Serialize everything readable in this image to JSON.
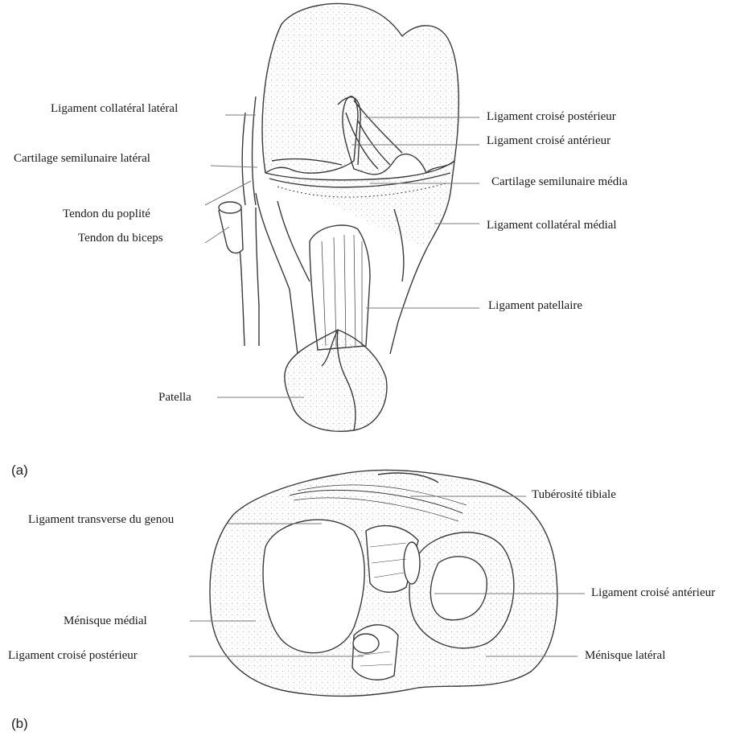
{
  "figure_a": {
    "tag": "(a)",
    "labels": {
      "collateral_lateral": "Ligament collatéral latéral",
      "cartilage_lateral": "Cartilage semilunaire latéral",
      "tendon_poplite": "Tendon du poplité",
      "tendon_biceps": "Tendon du biceps",
      "patella": "Patella",
      "croise_posterieur": "Ligament croisé postérieur",
      "croise_anterieur": "Ligament croisé antérieur",
      "cartilage_media": "Cartilage semilunaire média",
      "collateral_medial": "Ligament collatéral médial",
      "patellaire": "Ligament patellaire"
    }
  },
  "figure_b": {
    "tag": "(b)",
    "labels": {
      "tuberosite": "Tubérosité tibiale",
      "transverse": "Ligament transverse du genou",
      "croise_anterieur": "Ligament croisé antérieur",
      "menisque_medial": "Ménisque médial",
      "croise_posterieur": "Ligament croisé postérieur",
      "menisque_lateral": "Ménisque latéral"
    }
  },
  "colors": {
    "line": "#7a7a7a",
    "ink": "#3a3a3a",
    "stipple": "#b5b5b5"
  }
}
